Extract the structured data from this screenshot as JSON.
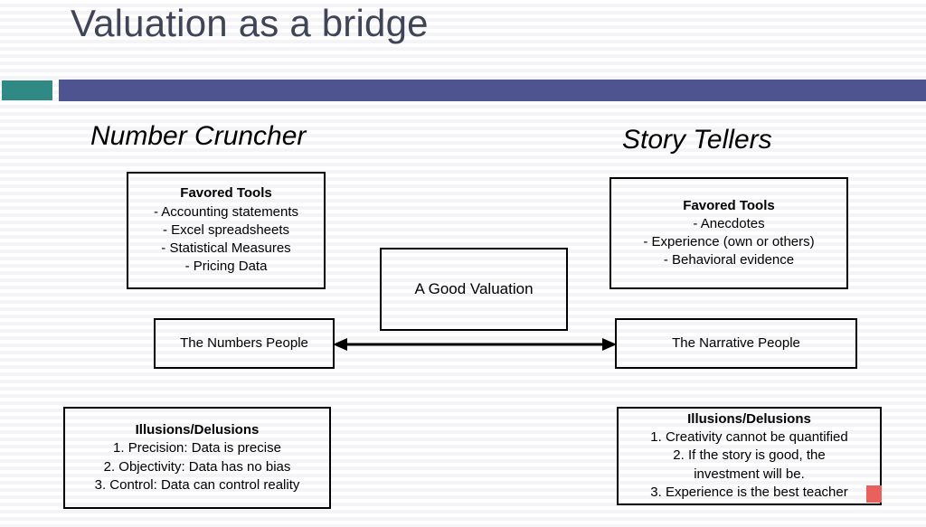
{
  "slide": {
    "title": "Valuation as a bridge",
    "accent_colors": {
      "square": "#2f8a85",
      "bar": "#4e5490"
    },
    "title_color": "#3f4456"
  },
  "columns": {
    "left_heading": "Number Cruncher",
    "right_heading": "Story Tellers"
  },
  "boxes": {
    "tools_left": {
      "title": "Favored Tools",
      "lines": [
        "- Accounting statements",
        "- Excel spreadsheets",
        "- Statistical Measures",
        "- Pricing Data"
      ]
    },
    "tools_right": {
      "title": "Favored Tools",
      "lines": [
        "- Anecdotes",
        "- Experience (own or others)",
        "- Behavioral evidence"
      ]
    },
    "center": {
      "label": "A Good Valuation"
    },
    "people_left": {
      "label": "The Numbers People"
    },
    "people_right": {
      "label": "The Narrative People"
    },
    "illusions_left": {
      "title": "Illusions/Delusions",
      "lines": [
        "1. Precision: Data is precise",
        "2. Objectivity: Data has no bias",
        "3. Control: Data can control reality"
      ]
    },
    "illusions_right": {
      "title": "Illusions/Delusions",
      "lines": [
        "1. Creativity cannot be quantified",
        "2. If the story is good, the investment will be.",
        "3. Experience is the best teacher"
      ]
    }
  },
  "connector": {
    "type": "double-headed-arrow",
    "color": "#000000"
  },
  "marker": {
    "color": "#e8615c"
  }
}
